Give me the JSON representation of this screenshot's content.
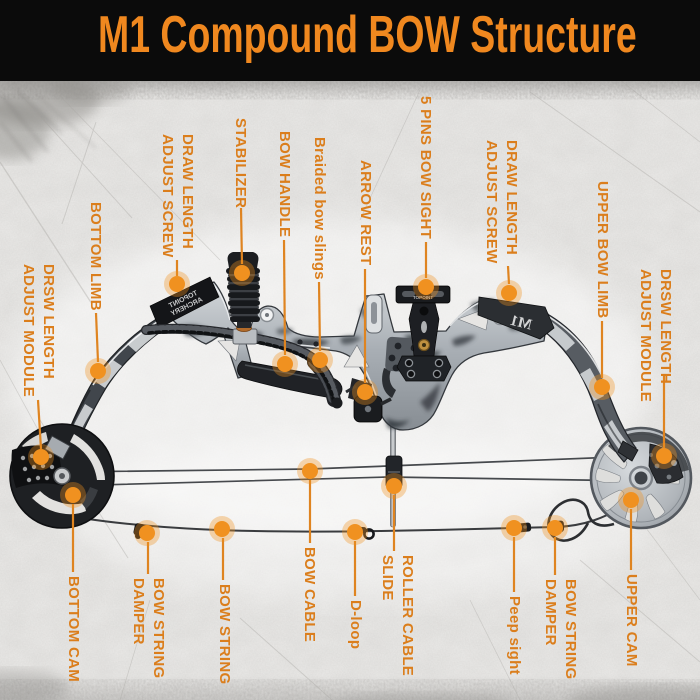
{
  "banner": {
    "title": "M1 Compound BOW Structure"
  },
  "colors": {
    "banner_bg": "#0c0c0c",
    "accent_orange": "#f0881f",
    "label_orange": "#db7e1c",
    "dot_orange": "#f09120",
    "background_gray": "#e7e6e4"
  },
  "bow": {
    "brand_marking_lines": [
      "TOPOINT",
      "ARCHERY"
    ],
    "model_marking": "M1",
    "sight_marking": "TOPOINT"
  },
  "labels": {
    "bottom_limb": {
      "lines": [
        "BOTTOM LIMB"
      ]
    },
    "draw_length_adjust_screw_left": {
      "lines": [
        "DRAW LENGTH",
        "ADJUST SCREW"
      ]
    },
    "stabilizer": {
      "lines": [
        "STABILIZER"
      ]
    },
    "bow_handle": {
      "lines": [
        "BOW HANDLE"
      ]
    },
    "braided_bow_slings": {
      "lines": [
        "Braided bow slings"
      ]
    },
    "arrow_rest": {
      "lines": [
        "ARROW REST"
      ]
    },
    "five_pins_bow_sight": {
      "lines": [
        "5 PINS BOW SIGHT"
      ]
    },
    "draw_length_adjust_screw_right": {
      "lines": [
        "DRAW LENGTH",
        "ADJUST SCREW"
      ]
    },
    "upper_bow_limb": {
      "lines": [
        "UPPER BOW LIMB"
      ]
    },
    "drsw_length_adjust_module_right": {
      "lines": [
        "DRSW LENGTH",
        "ADJUST MODULE"
      ]
    },
    "drsw_length_adjust_module_left": {
      "lines": [
        "DRSW LENGTH",
        "ADJUST MODULE"
      ]
    },
    "bottom_cam": {
      "lines": [
        "BOTTOM CAM"
      ]
    },
    "bow_string_damper_left": {
      "lines": [
        "BOW STRING",
        "DAMPER"
      ]
    },
    "bow_string": {
      "lines": [
        "BOW STRING"
      ]
    },
    "bow_cable": {
      "lines": [
        "BOW CABLE"
      ]
    },
    "d_loop": {
      "lines": [
        "D-loop"
      ]
    },
    "roller_cable_slide": {
      "lines": [
        "ROLLER CABLE",
        "SLIDE"
      ]
    },
    "peep_sight": {
      "lines": [
        "Peep sight"
      ]
    },
    "bow_string_damper_right": {
      "lines": [
        "BOW STRING",
        "DAMPER"
      ]
    },
    "upper_cam": {
      "lines": [
        "UPPER CAM"
      ]
    }
  }
}
